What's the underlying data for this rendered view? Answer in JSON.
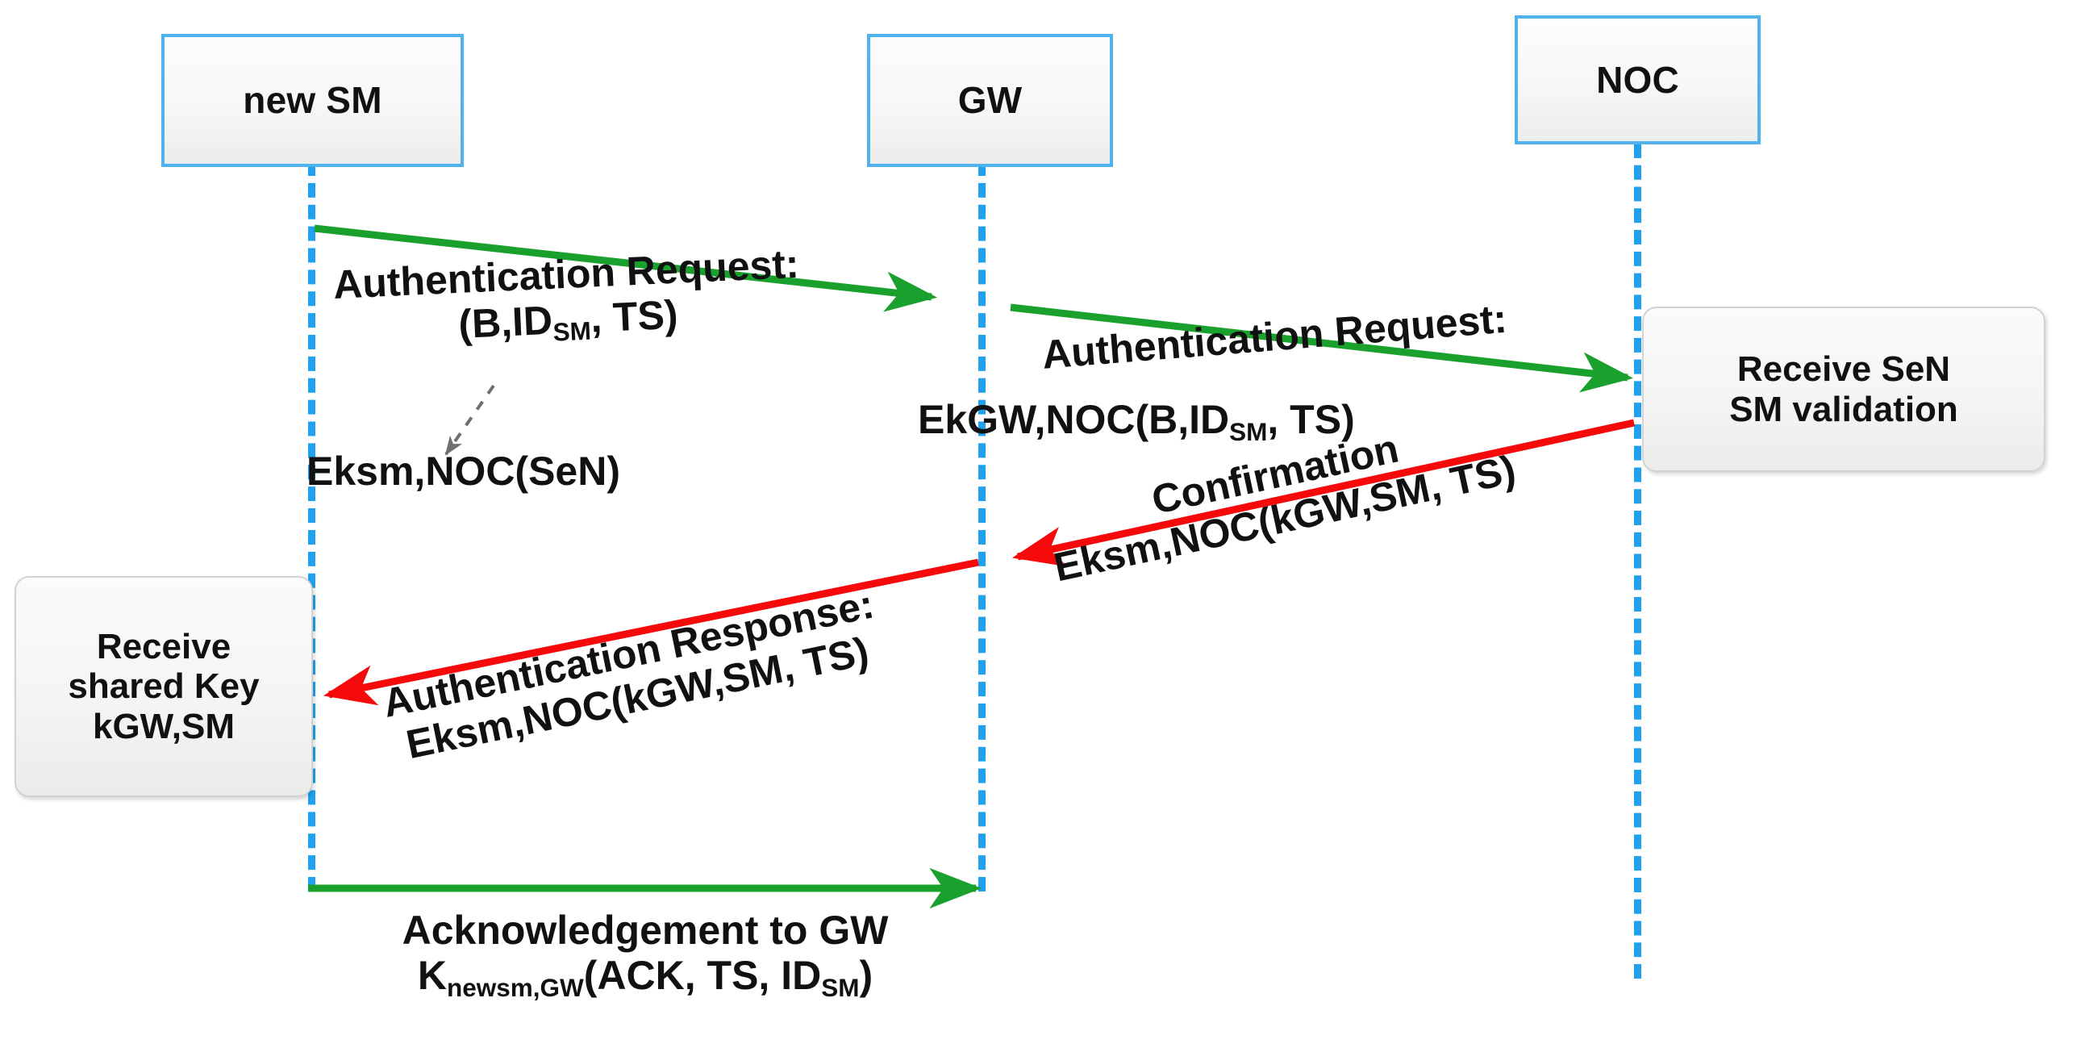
{
  "diagram": {
    "title": "Smart Meter authentication sequence",
    "colors": {
      "lifeline": "#1EA2F0",
      "actor_border": "#4FB3F0",
      "request_arrow": "#1AA02C",
      "response_arrow": "#F5090B",
      "note_border": "#d2d2d2",
      "text": "#111111"
    }
  },
  "actors": [
    {
      "id": "sm",
      "label": "new SM"
    },
    {
      "id": "gw",
      "label": "GW"
    },
    {
      "id": "noc",
      "label": "NOC"
    }
  ],
  "notes": [
    {
      "id": "noc-note",
      "line1": "Receive  SeN",
      "line2": "SM validation"
    },
    {
      "id": "sm-note",
      "line1": "Receive",
      "line2": "shared Key",
      "line3": "kGW,SM"
    }
  ],
  "messages": [
    {
      "id": "m1",
      "from": "sm",
      "to": "gw",
      "type": "request",
      "color": "#1AA02C",
      "line1": "Authentication Request:",
      "line2_pre": "(B,ID",
      "line2_sub": "SM",
      "line2_post": ", TS)",
      "annotation": "Eksm,NOC(SeN)"
    },
    {
      "id": "m2",
      "from": "gw",
      "to": "noc",
      "type": "request",
      "color": "#1AA02C",
      "line1": "Authentication Request:",
      "line2_pre": "EkGW,NOC(B,ID",
      "line2_sub": "SM",
      "line2_post": ", TS)"
    },
    {
      "id": "m3",
      "from": "noc",
      "to": "gw",
      "type": "response",
      "color": "#F5090B",
      "line1": "Confirmation",
      "line2": "Eksm,NOC(kGW,SM, TS)"
    },
    {
      "id": "m4",
      "from": "gw",
      "to": "sm",
      "type": "response",
      "color": "#F5090B",
      "line1": "Authentication Response:",
      "line2": "Eksm,NOC(kGW,SM, TS)"
    },
    {
      "id": "m5",
      "from": "sm",
      "to": "gw",
      "type": "request",
      "color": "#1AA02C",
      "line1": "Acknowledgement to GW",
      "line2_pre": "K",
      "line2_sub1": "newsm,GW",
      "line2_mid": "(ACK, TS, ID",
      "line2_sub2": "SM",
      "line2_post": ")"
    }
  ]
}
